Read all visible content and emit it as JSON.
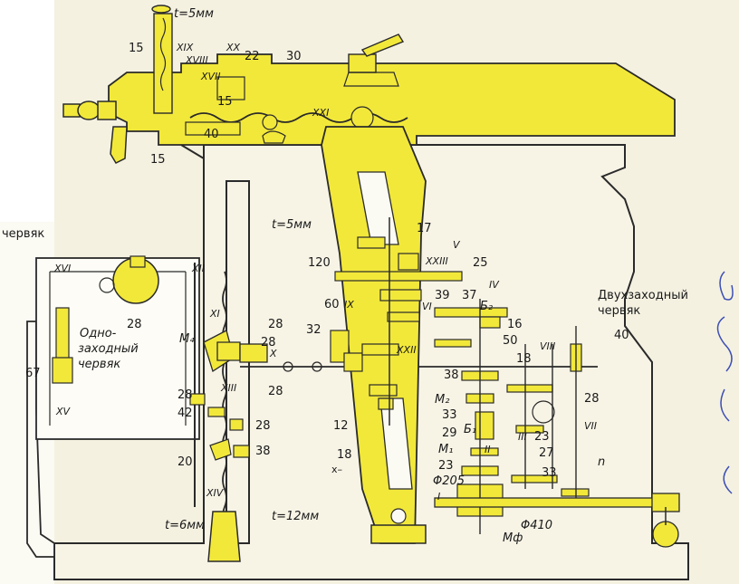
{
  "colors": {
    "yellow": "#f2e83a",
    "line": "#2a2a2a",
    "paper_left": "#fbfaf3",
    "paper_back": "#f4f1e1",
    "ink": "#3d4fb5"
  },
  "labels": {
    "worm_top": "червяк",
    "single_thread_worm_1": "Одно-",
    "single_thread_worm_2": "заходный",
    "single_thread_worm_3": "червяк",
    "double_thread_worm_1": "Двухзаходный",
    "double_thread_worm_2": "червяк",
    "pitch_top": "t=5мм",
    "pitch_mid": "t=5мм",
    "pitch_6": "t=6мм",
    "pitch_12": "t=12мм",
    "phi205": "Φ205",
    "phi410": "Φ410",
    "m_phi": "Mф",
    "m1": "M₁",
    "m2": "M₂",
    "m4": "M₄",
    "b1": "Б₁",
    "b2": "Б₂",
    "x_minus": "x–",
    "n_label": "n"
  },
  "numbers": {
    "n15a": "15",
    "n15b": "15",
    "n15c": "15",
    "n22": "22",
    "n30": "30",
    "n40a": "40",
    "n40b": "40",
    "n28a": "28",
    "n28b": "28",
    "n28c": "28",
    "n28d": "28",
    "n28e": "28",
    "n28f": "28",
    "n28g": "28",
    "n67": "67",
    "n42": "42",
    "n20": "20",
    "n38a": "38",
    "n38b": "38",
    "n120": "120",
    "n17": "17",
    "n25": "25",
    "n39": "39",
    "n37": "37",
    "n16": "16",
    "n50": "50",
    "n60": "60",
    "n32": "32",
    "n12": "12",
    "n18a": "18",
    "n18b": "18",
    "n33a": "33",
    "n33b": "33",
    "n29": "29",
    "n27": "27",
    "n23a": "23",
    "n23b": "23"
  },
  "roman": {
    "r_xix": "XIX",
    "r_xviii": "XVIII",
    "r_xx": "XX",
    "r_xvii": "XVII",
    "r_xxi": "XXI",
    "r_xvi": "XVI",
    "r_xii": "XII",
    "r_xi": "XI",
    "r_x": "X",
    "r_xiii": "XIII",
    "r_xv": "XV",
    "r_xiv": "XIV",
    "r_v": "V",
    "r_xxiii": "XXIII",
    "r_iv": "IV",
    "r_ix": "IX",
    "r_vi": "VI",
    "r_xxii": "XXII",
    "r_viii": "VIII",
    "r_vii": "VII",
    "r_iii": "III",
    "r_ii": "II",
    "r_i": "I"
  }
}
